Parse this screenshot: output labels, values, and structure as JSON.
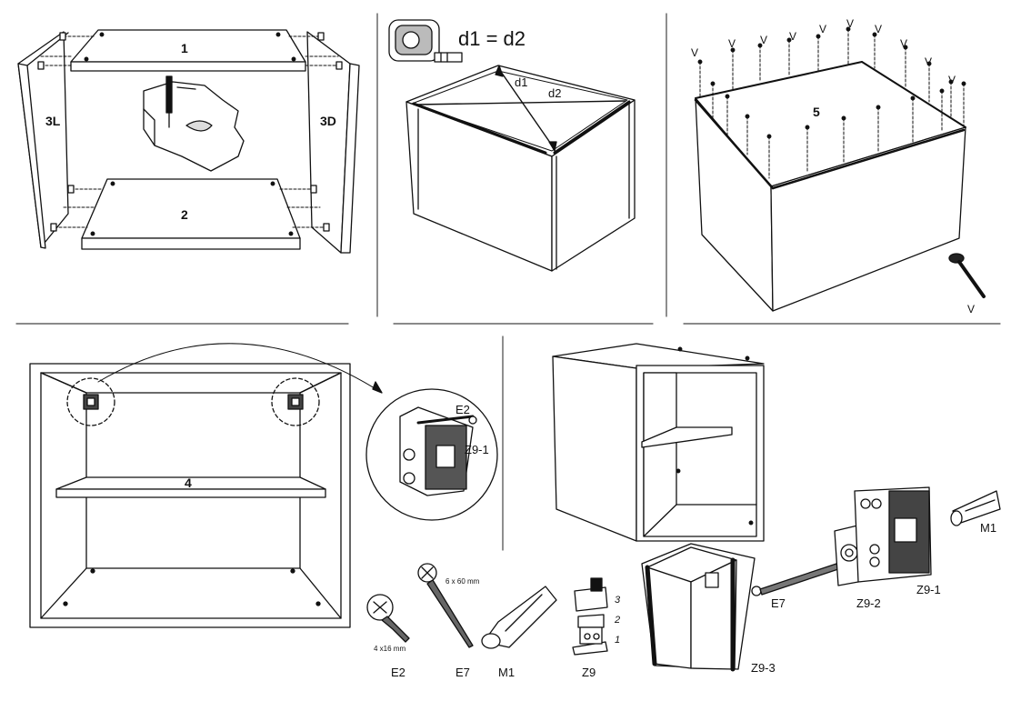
{
  "panel_a": {
    "label_top": "1",
    "label_bottom": "2",
    "label_left": "3L",
    "label_right": "3D"
  },
  "panel_b": {
    "equation": "d1 = d2",
    "diag1": "d1",
    "diag2": "d2"
  },
  "panel_c": {
    "step": "5",
    "nail_marker": "V"
  },
  "panel_d": {
    "shelf": "4",
    "clip_screw": "E2",
    "clip_plate": "Z9-1"
  },
  "parts": {
    "e2": {
      "code": "E2",
      "size": "4 x16 mm"
    },
    "e7": {
      "code": "E7",
      "size": "6 x 60 mm"
    },
    "m1": {
      "code": "M1"
    },
    "z9": {
      "code": "Z9",
      "layers": [
        "3",
        "2",
        "1"
      ]
    }
  },
  "exploded": {
    "m1": "M1",
    "z9_1": "Z9-1",
    "z9_2": "Z9-2",
    "e7": "E7",
    "z9_3": "Z9-3"
  }
}
